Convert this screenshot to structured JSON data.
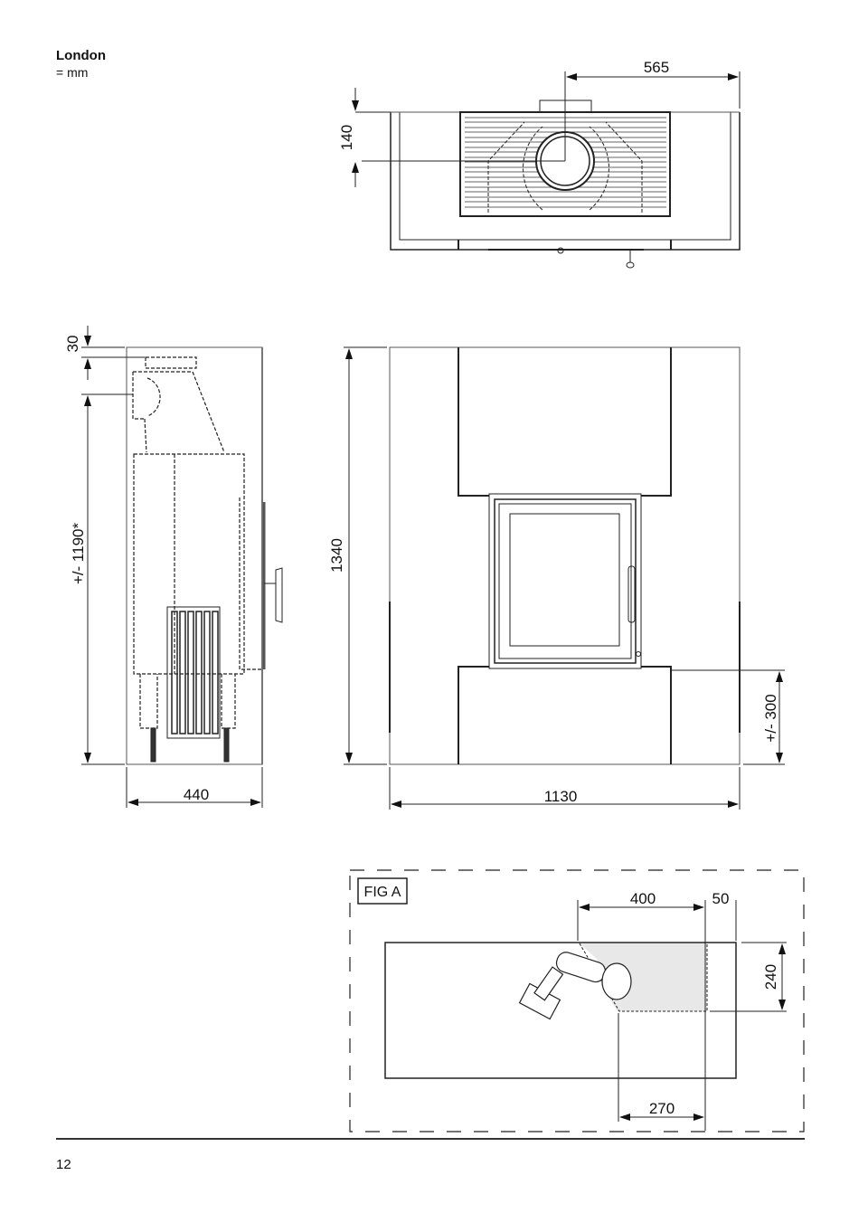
{
  "header": {
    "title": "London",
    "units": "= mm"
  },
  "top_view": {
    "dimensions": {
      "flue_to_right": "565",
      "flue_from_back": "140"
    }
  },
  "side_view": {
    "dimensions": {
      "top_offset": "30",
      "flue_height": "+/- 1190*",
      "depth": "440"
    }
  },
  "front_view": {
    "dimensions": {
      "height": "1340",
      "width": "1130",
      "door_bottom_height": "+/- 300"
    }
  },
  "fig_a": {
    "label": "FIG A",
    "dimensions": {
      "drill_zone_width": "400",
      "edge_offset": "50",
      "zone_depth": "240",
      "lower_width": "270"
    },
    "zone_fill": "#e8e8e8"
  },
  "footer": {
    "page_number": "12"
  }
}
